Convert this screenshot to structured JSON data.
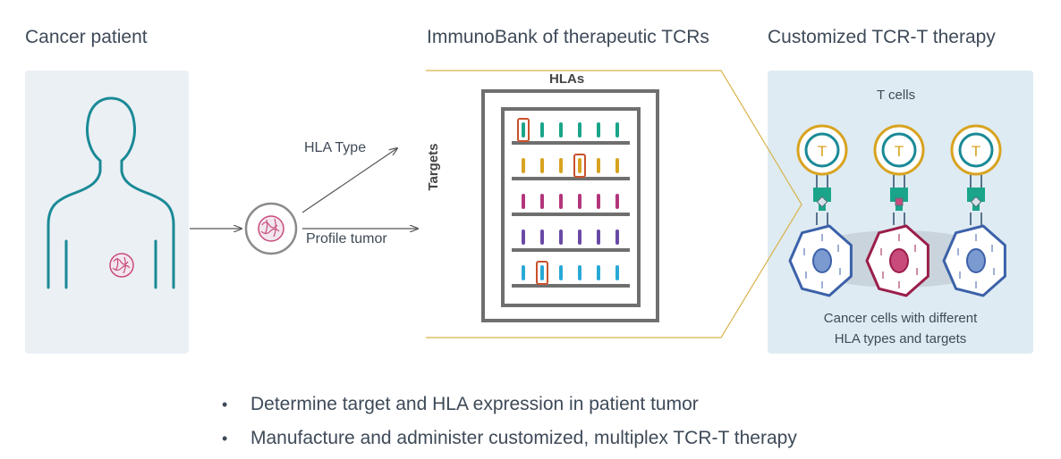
{
  "headings": {
    "patient": "Cancer patient",
    "bank": "ImmunoBank of therapeutic TCRs",
    "therapy": "Customized TCR-T therapy"
  },
  "arrows": {
    "hla_type": "HLA Type",
    "profile_tumor": "Profile tumor"
  },
  "grid": {
    "column_label": "HLAs",
    "row_label": "Targets",
    "rows": [
      {
        "color": "#1aa58a",
        "marks": 6,
        "highlighted": 0
      },
      {
        "color": "#d8a320",
        "marks": 6,
        "highlighted": 3
      },
      {
        "color": "#b3357b",
        "marks": 6,
        "highlighted": null
      },
      {
        "color": "#6a4aa6",
        "marks": 6,
        "highlighted": null
      },
      {
        "color": "#28a9d6",
        "marks": 6,
        "highlighted": 1
      }
    ]
  },
  "therapy": {
    "tcells_label": "T cells",
    "cancer_cells_label_line1": "Cancer cells with different",
    "cancer_cells_label_line2": "HLA types and targets",
    "tcell_glyph": "T"
  },
  "bullets": [
    "Determine target and HLA expression in patient tumor",
    "Manufacture and administer customized, multiplex TCR-T therapy"
  ],
  "colors": {
    "panel_bg": "#ebf0f5",
    "therapy_panel_bg": "#deebf2",
    "silhouette": "#1a8a96",
    "tumor": "#c74c7c",
    "bank_outline": "#d7b24a",
    "grid_frame": "#6f6f6f",
    "highlight": "#c8522c",
    "tcell_ring": "#d8a320",
    "tcell_core": "#1a8a96",
    "cell_blue": "#3c61a9",
    "cell_red": "#9a1e4a"
  }
}
